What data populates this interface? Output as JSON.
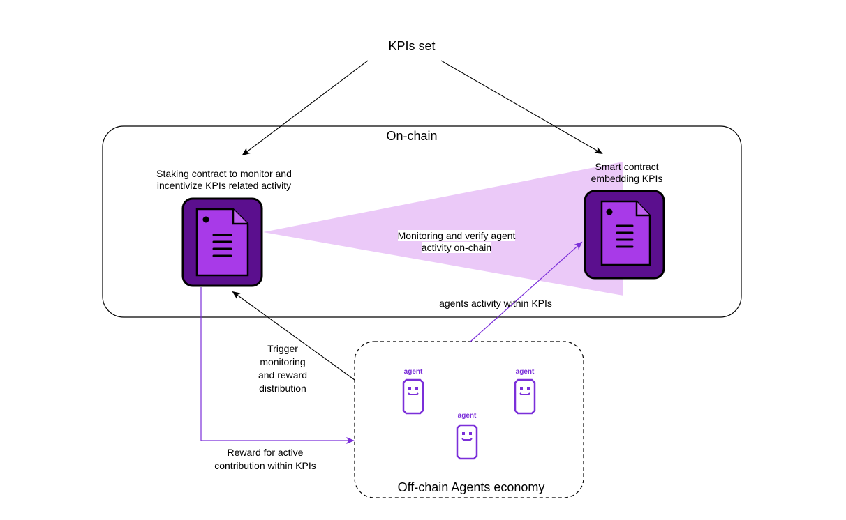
{
  "diagram": {
    "kpis_set": "KPIs set",
    "on_chain": {
      "title": "On-chain",
      "staking_contract": {
        "line1": "Staking contract to monitor and",
        "line2": "incentivize KPIs related activity",
        "icon": "document-icon"
      },
      "smart_contract": {
        "line1": "Smart contract",
        "line2": "embedding KPIs",
        "icon": "document-icon"
      },
      "monitoring": {
        "line1": "Monitoring and verify agent",
        "line2": "activity on-chain"
      }
    },
    "edges": {
      "agents_activity": "agents activity within KPIs",
      "trigger": [
        "Trigger",
        "monitoring",
        "and reward",
        "distribution"
      ],
      "reward": [
        "Reward for active",
        "contribution within KPIs"
      ]
    },
    "off_chain": {
      "title": "Off-chain Agents economy",
      "agents": [
        "agent",
        "agent",
        "agent"
      ]
    },
    "colors": {
      "accent": "#7b2fd9",
      "icon_bg": "#5b0f8e",
      "icon_doc": "#a83ae8",
      "cone": "#ebc9f8"
    }
  }
}
